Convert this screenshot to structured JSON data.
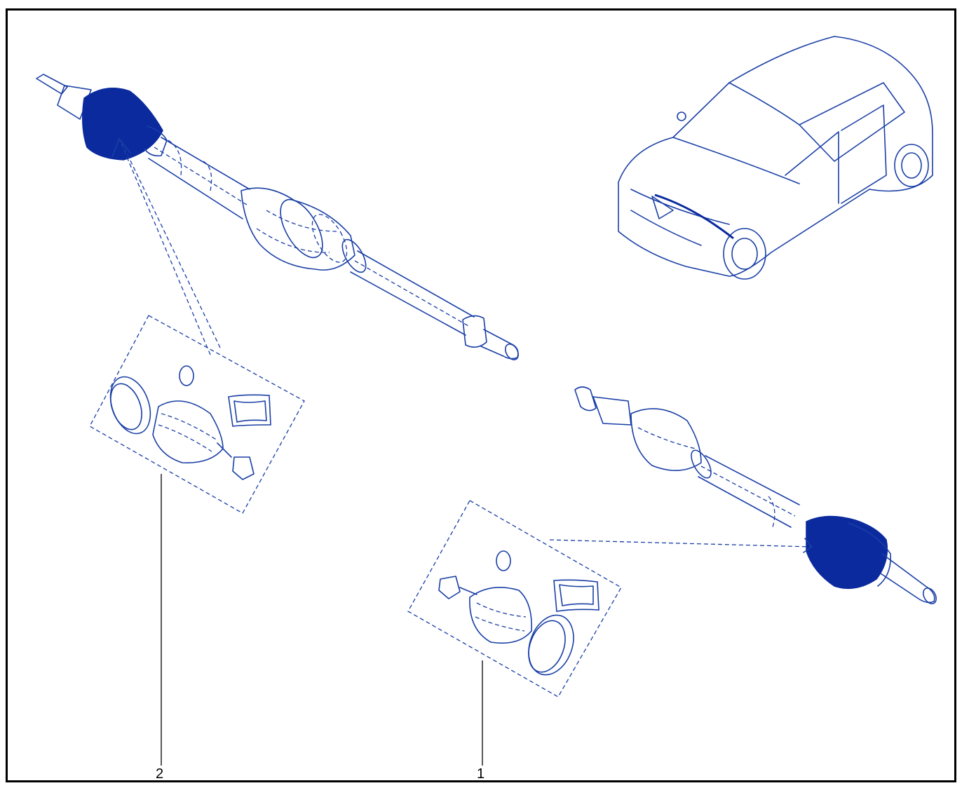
{
  "callouts": [
    {
      "id": "callout-1",
      "label": "1"
    },
    {
      "id": "callout-2",
      "label": "2"
    }
  ],
  "colors": {
    "line": "#1a3fa6",
    "highlight": "#0a2a9e",
    "frame": "#000000"
  }
}
